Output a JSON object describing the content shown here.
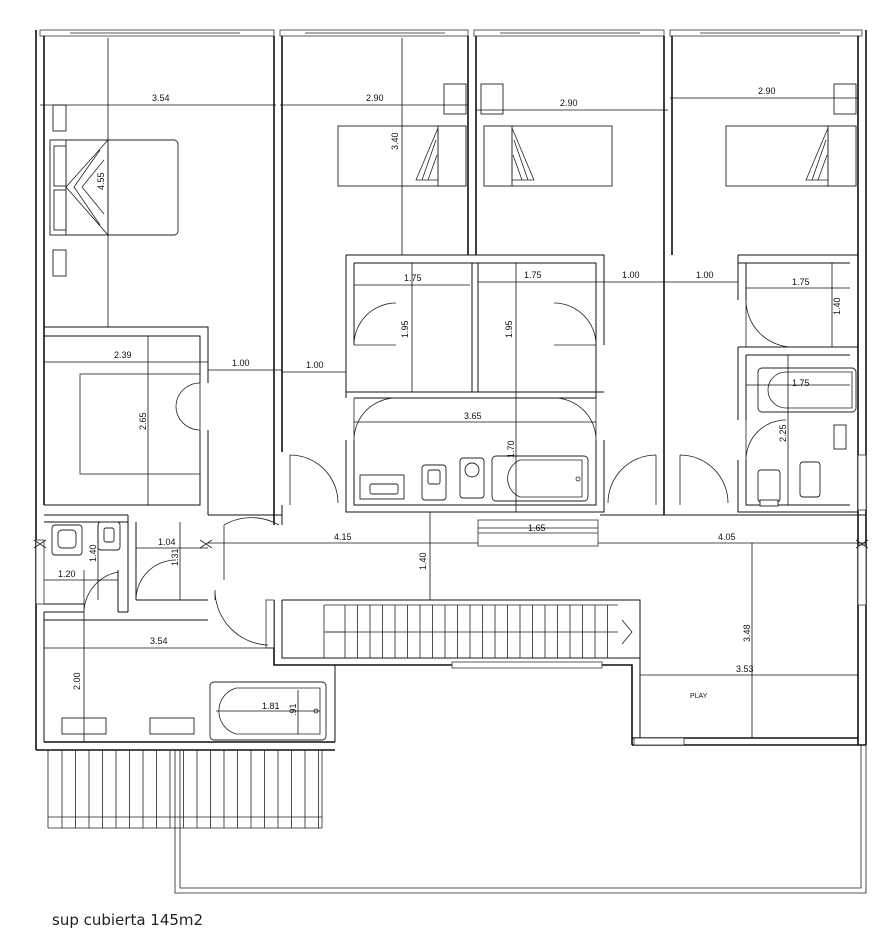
{
  "caption": "sup cubierta 145m2",
  "room_labels": {
    "play": "PLAY"
  },
  "dimensions": {
    "d_354_top": "3.54",
    "d_290_a": "2.90",
    "d_290_b": "2.90",
    "d_290_c": "2.90",
    "d_455": "4.55",
    "d_340": "3.40",
    "d_175_a": "1.75",
    "d_175_b": "1.75",
    "d_175_c": "1.75",
    "d_175_d": "1.75",
    "d_100_a": "1.00",
    "d_100_b": "1.00",
    "d_100_c": "1.00",
    "d_100_d": "1.00",
    "d_140_a": "1.40",
    "d_239": "2.39",
    "d_195_a": "1.95",
    "d_195_b": "1.95",
    "d_365": "3.65",
    "d_265": "2.65",
    "d_170": "1.70",
    "d_225": "2.25",
    "d_104": "1.04",
    "d_131": "1.31",
    "d_415": "4.15",
    "d_165": "1.65",
    "d_405": "4.05",
    "d_140_b": "1.40",
    "d_120": "1.20",
    "d_140_c": "1.40",
    "d_354_bottom": "3.54",
    "d_348": "3.48",
    "d_353": "3.53",
    "d_200": "2.00",
    "d_181": "1.81",
    "d_91": ".91"
  }
}
